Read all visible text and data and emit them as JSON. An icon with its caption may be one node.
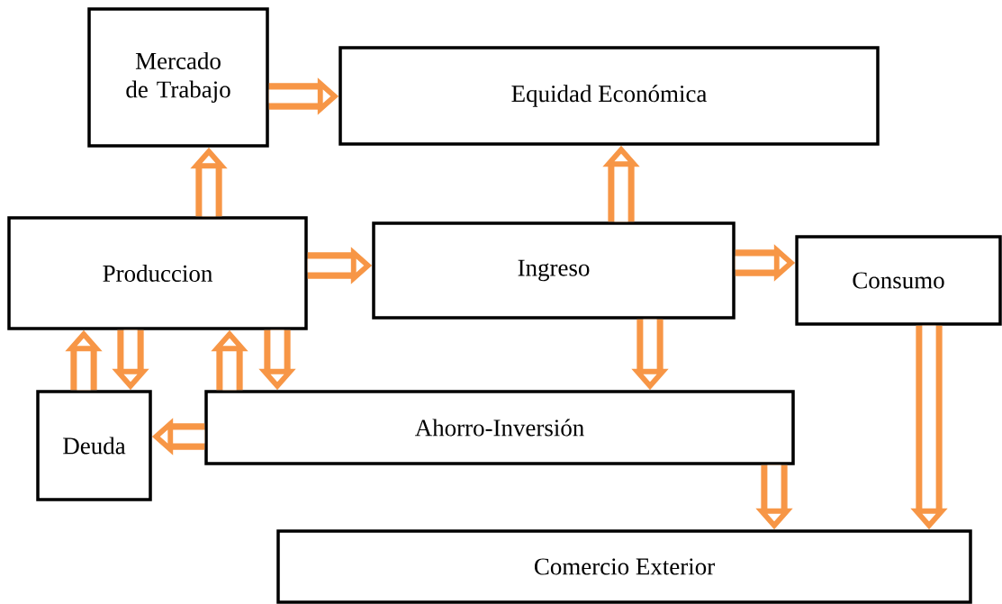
{
  "diagram": {
    "nodes": [
      {
        "text": [
          "Mercado de Trabajo"
        ]
      },
      {
        "text": [
          "Equidad Económica"
        ]
      },
      {
        "text": [
          "Produccion"
        ]
      },
      {
        "text": [
          "Ingreso"
        ]
      },
      {
        "text": [
          "Consumo"
        ]
      },
      {
        "text": [
          "Deuda"
        ]
      },
      {
        "text": [
          "Ahorro-Inversión"
        ]
      },
      {
        "text": [
          "Comercio Exterior"
        ]
      }
    ],
    "edges": [
      {
        "from": 0,
        "to": 1,
        "arrow": "to"
      },
      {
        "from": 2,
        "to": 0,
        "arrow": "to"
      },
      {
        "from": 2,
        "to": 3,
        "arrow": "to"
      },
      {
        "from": 3,
        "to": 1,
        "arrow": "to"
      },
      {
        "from": 3,
        "to": 4,
        "arrow": "to"
      },
      {
        "from": 3,
        "to": 6,
        "arrow": "to"
      },
      {
        "from": 5,
        "to": 2,
        "arrow": "to"
      },
      {
        "from": 2,
        "to": 5,
        "arrow": "to"
      },
      {
        "from": 6,
        "to": 2,
        "arrow": "to"
      },
      {
        "from": 2,
        "to": 6,
        "arrow": "to"
      },
      {
        "from": 6,
        "to": 5,
        "arrow": "to"
      },
      {
        "from": 6,
        "to": 7,
        "arrow": "to"
      },
      {
        "from": 4,
        "to": 7,
        "arrow": "to"
      }
    ]
  }
}
